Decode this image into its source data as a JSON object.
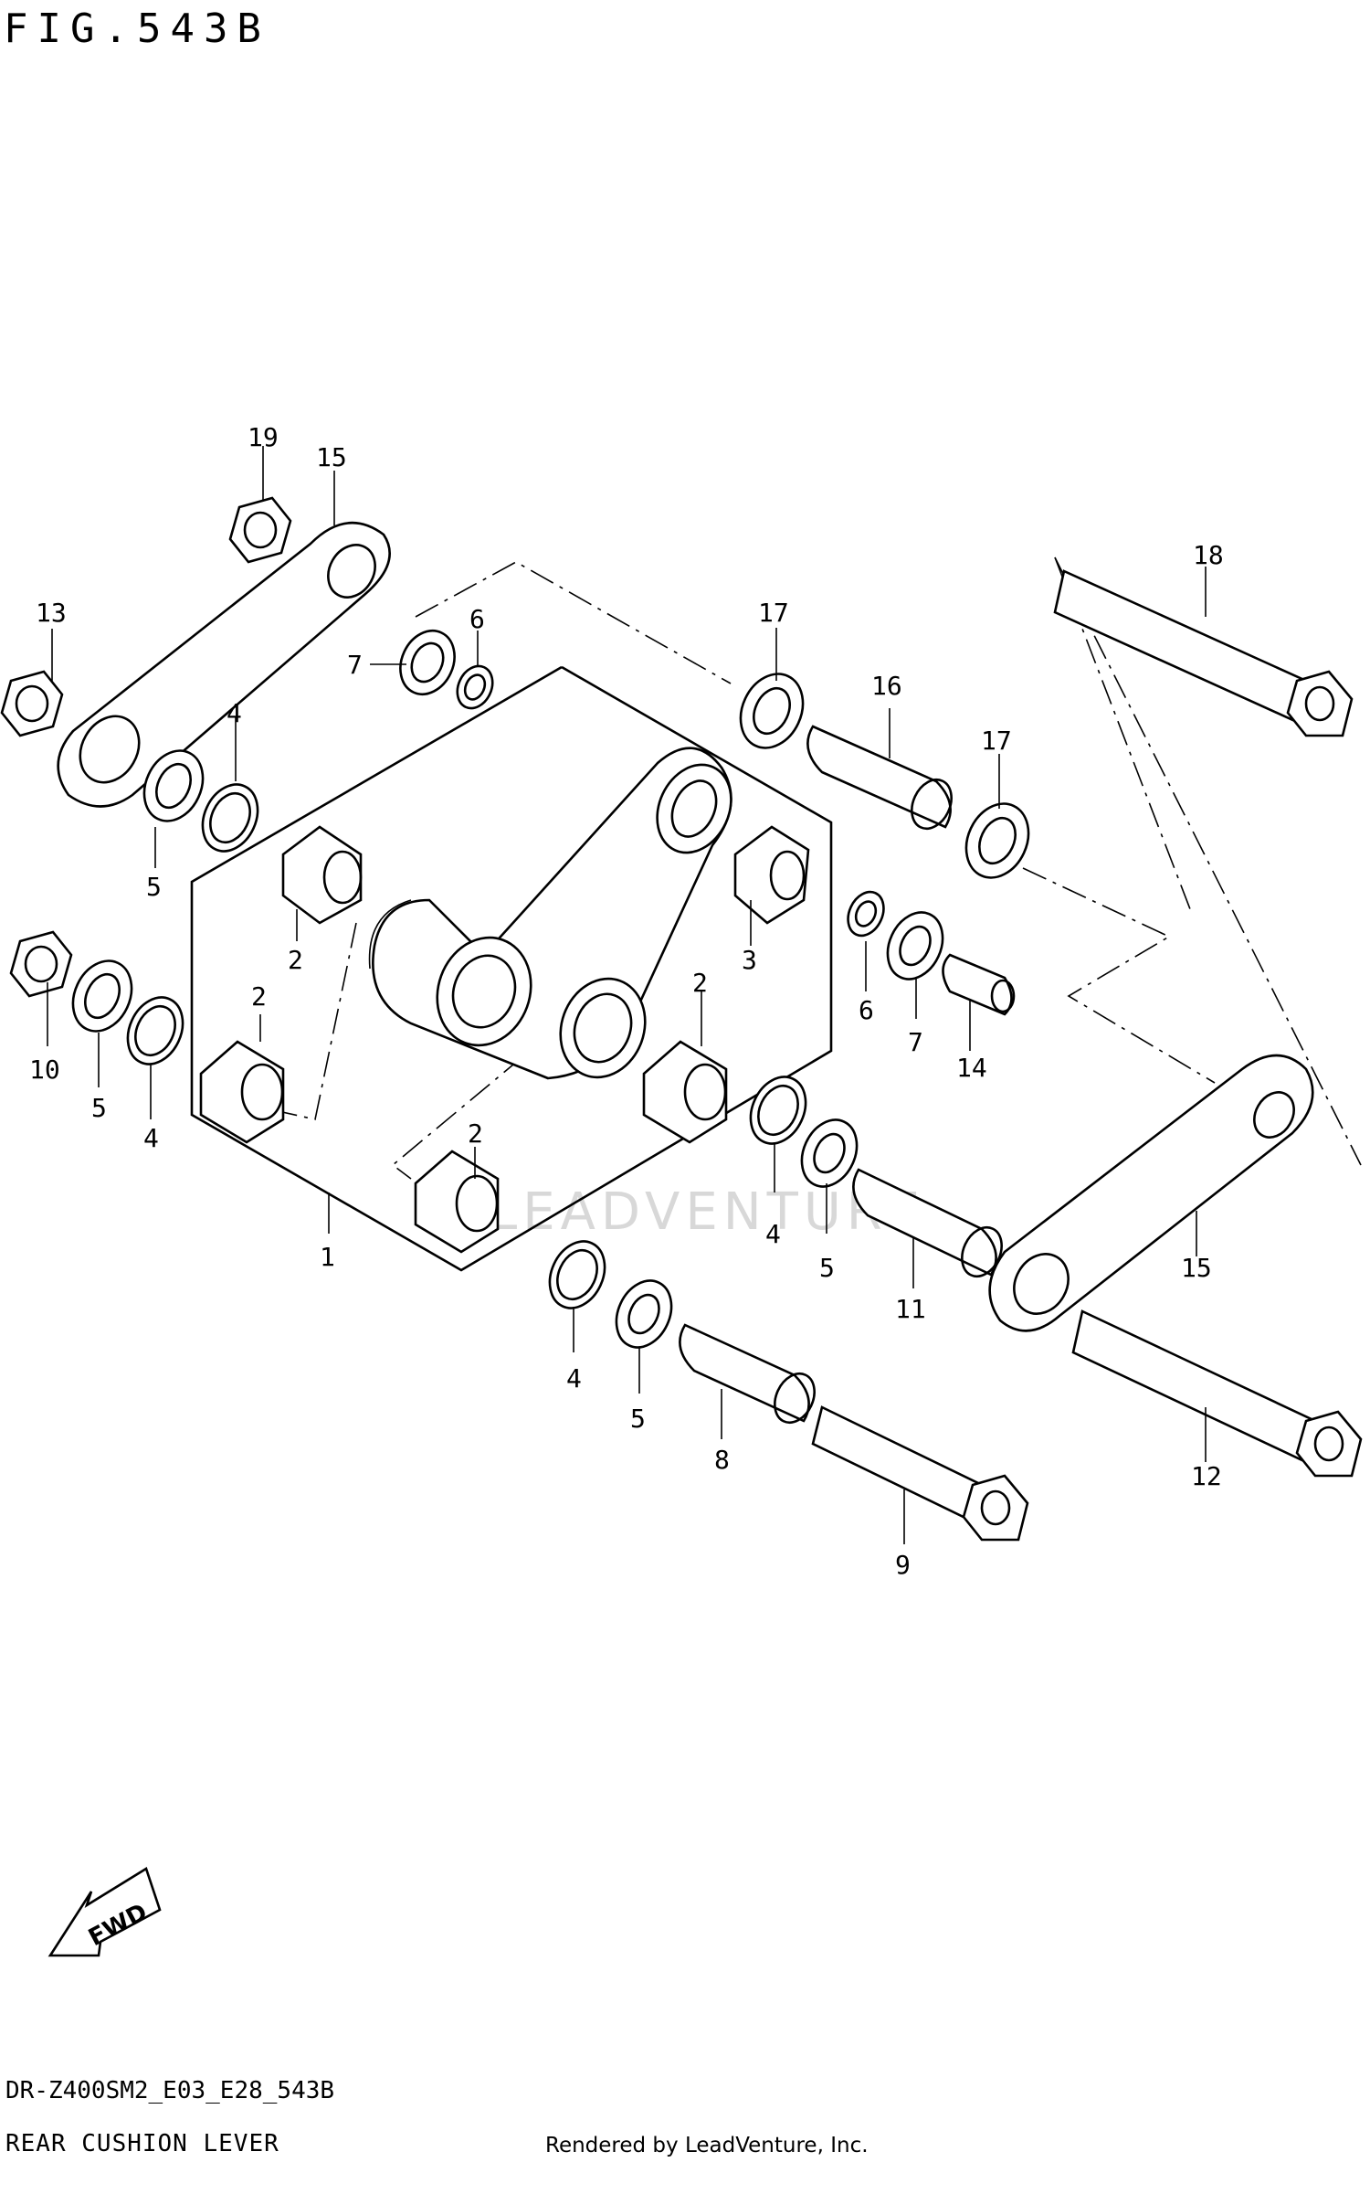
{
  "figure_title": "FIG.543B",
  "model_code": "DR-Z400SM2_E03_E28_543B",
  "section_name": "REAR CUSHION LEVER",
  "rendered_by": "Rendered by LeadVenture, Inc.",
  "watermark": "LEADVENTURE",
  "fwd_label": "FWD",
  "callouts": [
    "19",
    "15",
    "13",
    "6",
    "7",
    "17",
    "16",
    "18",
    "4",
    "5",
    "17",
    "2",
    "3",
    "2",
    "2",
    "6",
    "7",
    "14",
    "2",
    "10",
    "5",
    "4",
    "4",
    "5",
    "11",
    "15",
    "1",
    "4",
    "5",
    "8",
    "12",
    "9"
  ]
}
